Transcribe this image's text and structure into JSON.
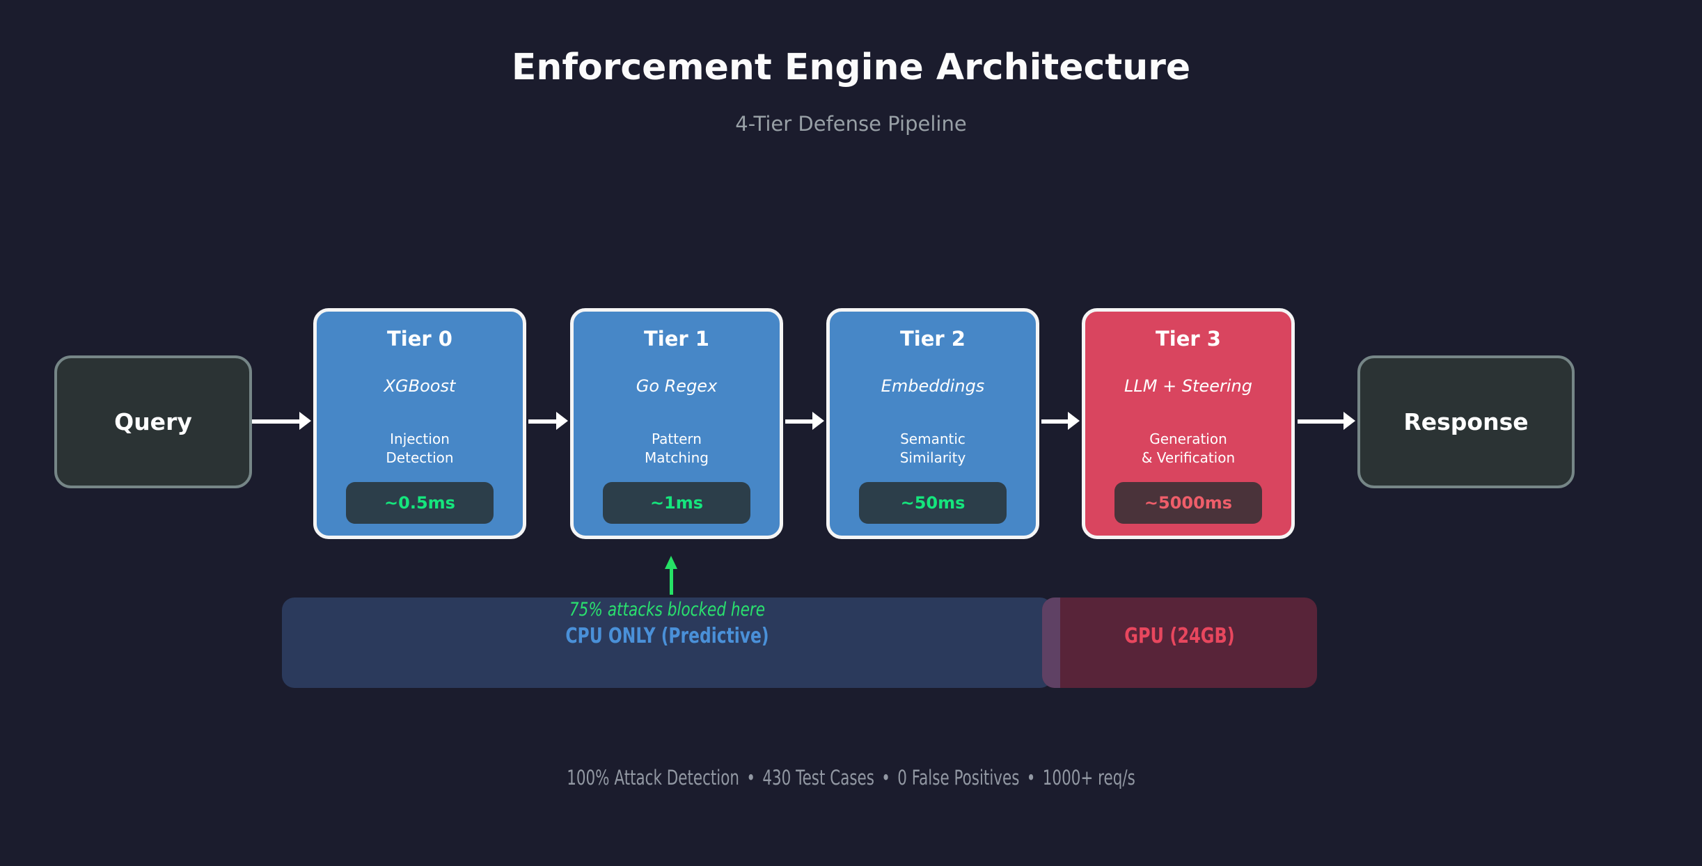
{
  "header": {
    "title": "Enforcement Engine Architecture",
    "subtitle": "4-Tier Defense Pipeline"
  },
  "pipeline": {
    "input_node": {
      "label": "Query"
    },
    "output_node": {
      "label": "Response"
    },
    "tiers": [
      {
        "name": "Tier 0",
        "tech": "XGBoost",
        "desc": "Injection\nDetection",
        "latency": "~0.5ms",
        "zone": "cpu"
      },
      {
        "name": "Tier 1",
        "tech": "Go Regex",
        "desc": "Pattern\nMatching",
        "latency": "~1ms",
        "zone": "cpu"
      },
      {
        "name": "Tier 2",
        "tech": "Embeddings",
        "desc": "Semantic\nSimilarity",
        "latency": "~50ms",
        "zone": "cpu"
      },
      {
        "name": "Tier 3",
        "tech": "LLM + Steering",
        "desc": "Generation\n& Verification",
        "latency": "~5000ms",
        "zone": "gpu"
      }
    ]
  },
  "annotation": {
    "blocked_note": "75% attacks blocked here"
  },
  "zones": {
    "cpu": {
      "label": "CPU ONLY (Predictive)"
    },
    "gpu": {
      "label": "GPU (24GB)"
    }
  },
  "footer": {
    "separator": "•",
    "stats": [
      "100% Attack Detection",
      "430 Test Cases",
      "0 False Positives",
      "1000+ req/s"
    ]
  },
  "colors": {
    "background": "#1b1c2d",
    "tier_blue": "#4787c7",
    "tier_red": "#d9455f",
    "tier_border": "#f5f5f5",
    "latency_green": "#15e67d",
    "latency_red": "#ef5e6a",
    "node_fill": "#2b3334",
    "node_border": "#768687",
    "cpu_zone_fill": "#2b3a5c",
    "gpu_zone_fill": "#582439",
    "zone_overlap": "#5f4164",
    "cpu_label": "#4a90d8",
    "gpu_label": "#e8475e",
    "annotation_green": "#2ae16e",
    "arrow_white": "#ffffff",
    "footer_gray": "#9298a3"
  }
}
